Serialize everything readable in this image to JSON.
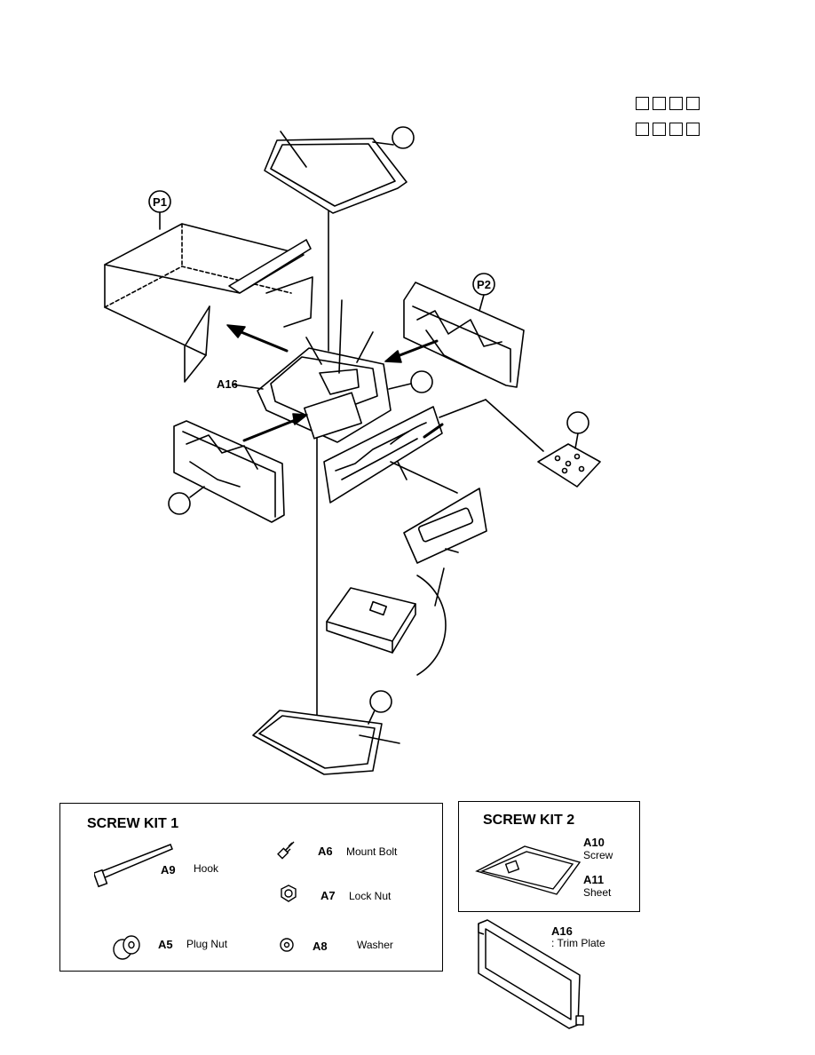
{
  "callouts": {
    "p1": "P1",
    "p2": "P2",
    "a16": "A16"
  },
  "screw_kit_1": {
    "title": "SCREW KIT 1",
    "items": [
      {
        "code": "A9",
        "name": "Hook",
        "icon": "hook-icon"
      },
      {
        "code": "A6",
        "name": "Mount Bolt",
        "icon": "bolt-icon"
      },
      {
        "code": "A7",
        "name": "Lock Nut",
        "icon": "nut-icon"
      },
      {
        "code": "A5",
        "name": "Plug Nut",
        "icon": "plug-nut-icon"
      },
      {
        "code": "A8",
        "name": "Washer",
        "icon": "washer-icon"
      }
    ]
  },
  "screw_kit_2": {
    "title": "SCREW KIT 2",
    "items": [
      {
        "code": "A10",
        "name": "Screw"
      },
      {
        "code": "A11",
        "name": "Sheet"
      }
    ]
  },
  "trim_plate": {
    "code": "A16",
    "name": ": Trim Plate"
  }
}
